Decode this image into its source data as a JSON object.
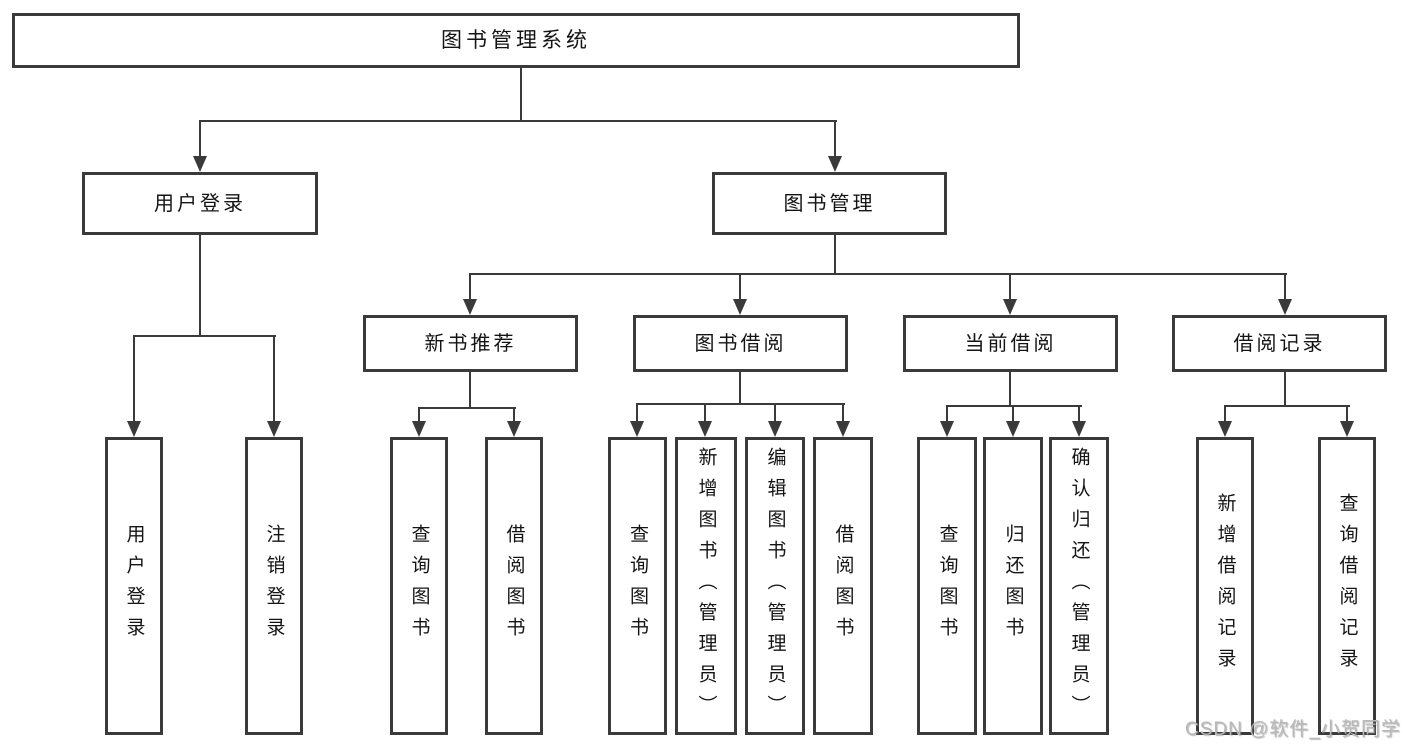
{
  "tree": {
    "root": "图书管理系统",
    "branches": [
      {
        "label": "用户登录",
        "children": [
          {
            "label": "用户登录"
          },
          {
            "label": "注销登录"
          }
        ]
      },
      {
        "label": "图书管理",
        "children": [
          {
            "label": "新书推荐",
            "children": [
              {
                "label": "查询图书"
              },
              {
                "label": "借阅图书"
              }
            ]
          },
          {
            "label": "图书借阅",
            "children": [
              {
                "label": "查询图书"
              },
              {
                "label": "新增图书（管理员）"
              },
              {
                "label": "编辑图书（管理员）"
              },
              {
                "label": "借阅图书"
              }
            ]
          },
          {
            "label": "当前借阅",
            "children": [
              {
                "label": "查询图书"
              },
              {
                "label": "归还图书"
              },
              {
                "label": "确认归还（管理员）"
              }
            ]
          },
          {
            "label": "借阅记录",
            "children": [
              {
                "label": "新增借阅记录"
              },
              {
                "label": "查询借阅记录"
              }
            ]
          }
        ]
      }
    ]
  },
  "watermark": "CSDN @软件_小贺同学",
  "colors": {
    "line": "#3a3a3a",
    "text": "#141414",
    "watermark": "#b9b9b9"
  }
}
